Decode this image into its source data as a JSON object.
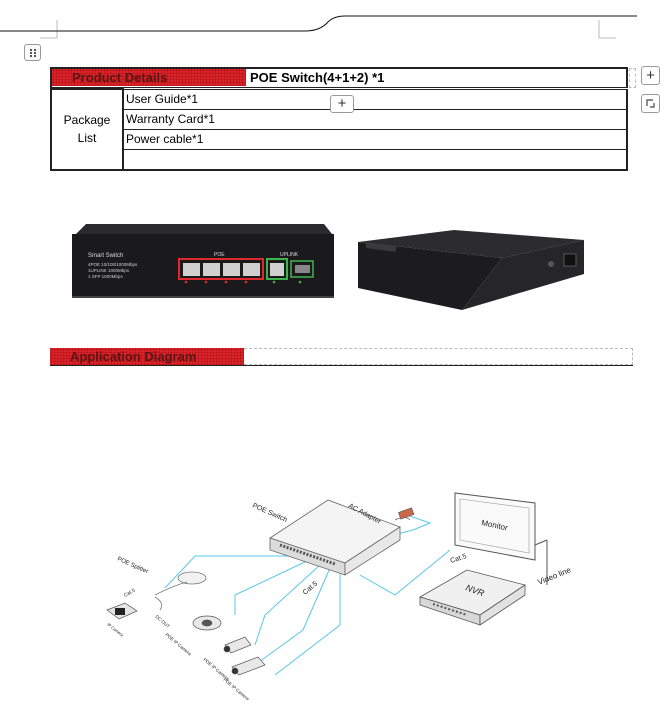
{
  "product_details": {
    "header_label": "Product Details",
    "product_title": "POE Switch(4+1+2) *1",
    "package_list_label_line1": "Package",
    "package_list_label_line2": "List",
    "items": [
      "User Guide*1",
      "Warranty Card*1",
      "Power cable*1",
      ""
    ]
  },
  "application_diagram": {
    "header_label": "Application Diagram",
    "labels": {
      "poe_switch": "POE Switch",
      "ac_adapter": "AC Adapter",
      "monitor": "Monitor",
      "nvr": "NVR",
      "video_line": "Video line",
      "cat5_top": "Cat.5",
      "cat5_mid": "Cat.5",
      "cat5_left": "Cat.5",
      "poe_splitter": "POE Splitter",
      "dc_out": "DC OUT",
      "ip_camera": "IP Camera",
      "poe_ip_camera_1": "POE IP Camera",
      "poe_ip_camera_2": "POE IP Camera",
      "poe_ip_camera_3": "POE IP Camera"
    }
  },
  "switch_front": {
    "brand_line1": "Smart Switch",
    "brand_line2": "4POE 10/100/1000Mbps",
    "brand_line3": "1UPLINK 1000Mbps",
    "brand_line4": "1 SFP 1000Mbps",
    "poe_label": "POE",
    "uplink_label": "UPLINK"
  },
  "ui": {
    "plus_symbol": "+",
    "accent_red": "#e0282d",
    "cable_color": "#5bc7e8"
  }
}
